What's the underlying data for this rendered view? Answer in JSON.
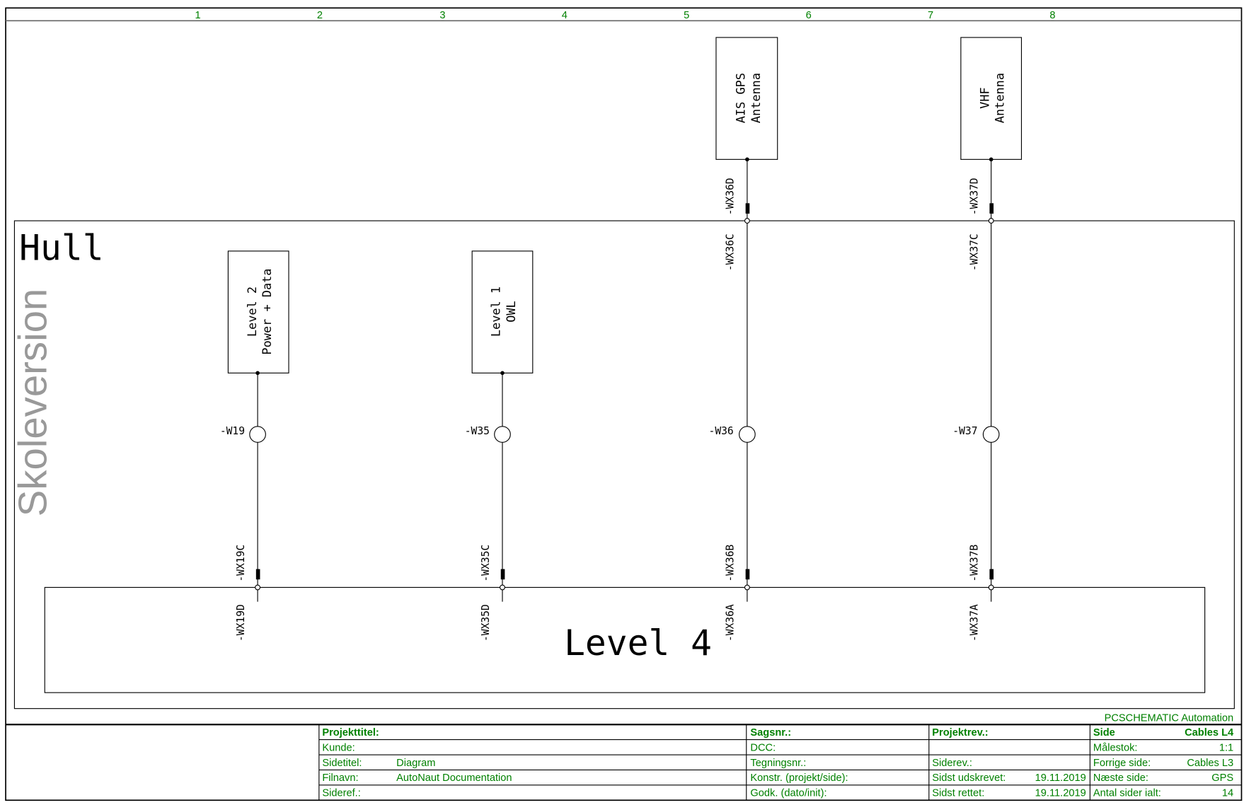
{
  "colors": {
    "frame": "#000000",
    "title_block_text": "#008000",
    "watermark": "#999999"
  },
  "column_markers": [
    "1",
    "2",
    "3",
    "4",
    "5",
    "6",
    "7",
    "8"
  ],
  "watermark": "Skoleversion",
  "areas": {
    "hull": "Hull",
    "level4": "Level 4"
  },
  "devices": [
    {
      "line1": "Level 2",
      "line2": "Power + Data"
    },
    {
      "line1": "Level 1",
      "line2": "OWL"
    },
    {
      "line1": "AIS GPS",
      "line2": "Antenna"
    },
    {
      "line1": "VHF",
      "line2": "Antenna"
    }
  ],
  "cables": [
    {
      "name": "-W19",
      "top_a": "",
      "top_b": "",
      "bot_a": "-WX19C",
      "bot_b": "-WX19D"
    },
    {
      "name": "-W35",
      "top_a": "",
      "top_b": "",
      "bot_a": "-WX35C",
      "bot_b": "-WX35D"
    },
    {
      "name": "-W36",
      "top_a": "-WX36D",
      "top_b": "-WX36C",
      "bot_a": "-WX36B",
      "bot_b": "-WX36A"
    },
    {
      "name": "-W37",
      "top_a": "-WX37D",
      "top_b": "-WX37C",
      "bot_a": "-WX37B",
      "bot_b": "-WX37A"
    }
  ],
  "title_block": {
    "software": "PCSCHEMATIC Automation",
    "projekttitel": "Projekttitel:",
    "kunde": "Kunde:",
    "sidetitel": "Sidetitel:",
    "sidetitel_value": "Diagram",
    "filnavn": "Filnavn:",
    "filnavn_value": "AutoNaut Documentation",
    "sideref": "Sideref.:",
    "sagsnr": "Sagsnr.:",
    "dcc": "DCC:",
    "tegningsnr": "Tegningsnr.:",
    "konstr": "Konstr. (projekt/side):",
    "godk": "Godk. (dato/init):",
    "projektrev": "Projektrev.:",
    "siderev": "Siderev.:",
    "sidst_udskrevet": "Sidst udskrevet:",
    "sidst_udskrevet_value": "19.11.2019",
    "sidst_rettet": "Sidst rettet:",
    "sidst_rettet_value": "19.11.2019",
    "side": "Side",
    "side_value": "Cables L4",
    "malestok": "Målestok:",
    "malestok_value": "1:1",
    "forrige": "Forrige side:",
    "forrige_value": "Cables L3",
    "naeste": "Næste side:",
    "naeste_value": "GPS",
    "antal": "Antal sider ialt:",
    "antal_value": "14"
  }
}
